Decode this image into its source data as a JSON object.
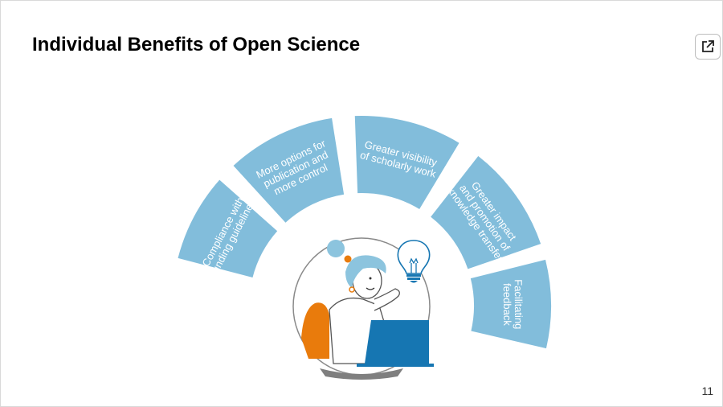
{
  "slide": {
    "title": "Individual Benefits of Open Science",
    "page_number": "11"
  },
  "colors": {
    "segment_fill": "#82bddb",
    "text": "#ffffff",
    "laptop": "#1676b2",
    "chair": "#e97b0c",
    "hair": "#8cc4de",
    "outline": "#555555"
  },
  "segments": [
    {
      "id": "compliance",
      "lines": [
        "Compliance with",
        "funding guidelines"
      ]
    },
    {
      "id": "options",
      "lines": [
        "More options for",
        "publication and",
        "more control"
      ]
    },
    {
      "id": "visibility",
      "lines": [
        "Greater visibility",
        "of scholarly work"
      ]
    },
    {
      "id": "impact",
      "lines": [
        "Greater impact",
        "and promotion of",
        "knowledge transfer"
      ]
    },
    {
      "id": "feedback",
      "lines": [
        "Facilitating",
        "feedback"
      ]
    }
  ],
  "icons": {
    "popout": "external-link-icon",
    "lightbulb": "lightbulb-icon"
  }
}
